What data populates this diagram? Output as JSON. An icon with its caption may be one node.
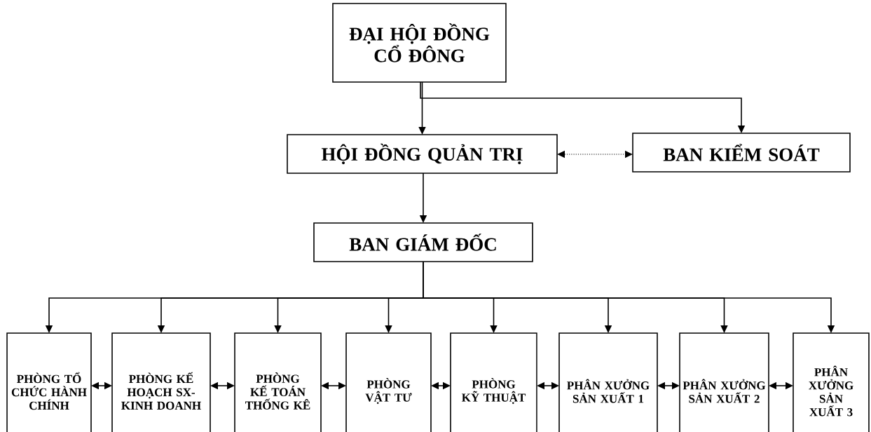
{
  "diagram": {
    "nodes": [
      {
        "text": [
          "ĐẠI HỘI ĐỒNG CỔ ĐÔNG"
        ]
      },
      {
        "text": [
          "HỘI ĐỒNG QUẢN TRỊ"
        ]
      },
      {
        "text": [
          "BAN KIỂM SOÁT"
        ]
      },
      {
        "text": [
          "BAN GIÁM ĐỐC"
        ]
      },
      {
        "text": [
          "PHÒNG TỔ CHỨC HÀNH CHÍNH"
        ]
      },
      {
        "text": [
          "PHÒNG KẾ HOẠCH SX-KINH DOANH"
        ]
      },
      {
        "text": [
          "PHÒNG KẾ TOÁN THỐNG KÊ"
        ]
      },
      {
        "text": [
          "PHÒNG VẬT TƯ"
        ]
      },
      {
        "text": [
          "PHÒNG KỸ THUẬT"
        ]
      },
      {
        "text": [
          "PHÂN XƯỞNG SẢN XUẤT 1"
        ]
      },
      {
        "text": [
          "PHÂN XƯỞNG SẢN XUẤT 2"
        ]
      },
      {
        "text": [
          "PHÂN XƯỞNG SẢN XUẤT 3"
        ]
      }
    ],
    "edges": [
      {
        "from": 0,
        "to": 1,
        "arrow": "to"
      },
      {
        "from": 0,
        "to": 2,
        "arrow": "to"
      },
      {
        "from": 1,
        "to": 2,
        "arrow": "both",
        "style": "dashed"
      },
      {
        "from": 1,
        "to": 3,
        "arrow": "to"
      },
      {
        "from": 3,
        "to": 4,
        "arrow": "to"
      },
      {
        "from": 3,
        "to": 5,
        "arrow": "to"
      },
      {
        "from": 3,
        "to": 6,
        "arrow": "to"
      },
      {
        "from": 3,
        "to": 7,
        "arrow": "to"
      },
      {
        "from": 3,
        "to": 8,
        "arrow": "to"
      },
      {
        "from": 3,
        "to": 9,
        "arrow": "to"
      },
      {
        "from": 3,
        "to": 10,
        "arrow": "to"
      },
      {
        "from": 3,
        "to": 11,
        "arrow": "to"
      },
      {
        "from": 4,
        "to": 5,
        "arrow": "both"
      },
      {
        "from": 5,
        "to": 6,
        "arrow": "both"
      },
      {
        "from": 6,
        "to": 7,
        "arrow": "both"
      },
      {
        "from": 7,
        "to": 8,
        "arrow": "both"
      },
      {
        "from": 8,
        "to": 9,
        "arrow": "both"
      },
      {
        "from": 9,
        "to": 10,
        "arrow": "both"
      },
      {
        "from": 10,
        "to": 11,
        "arrow": "both"
      }
    ]
  }
}
